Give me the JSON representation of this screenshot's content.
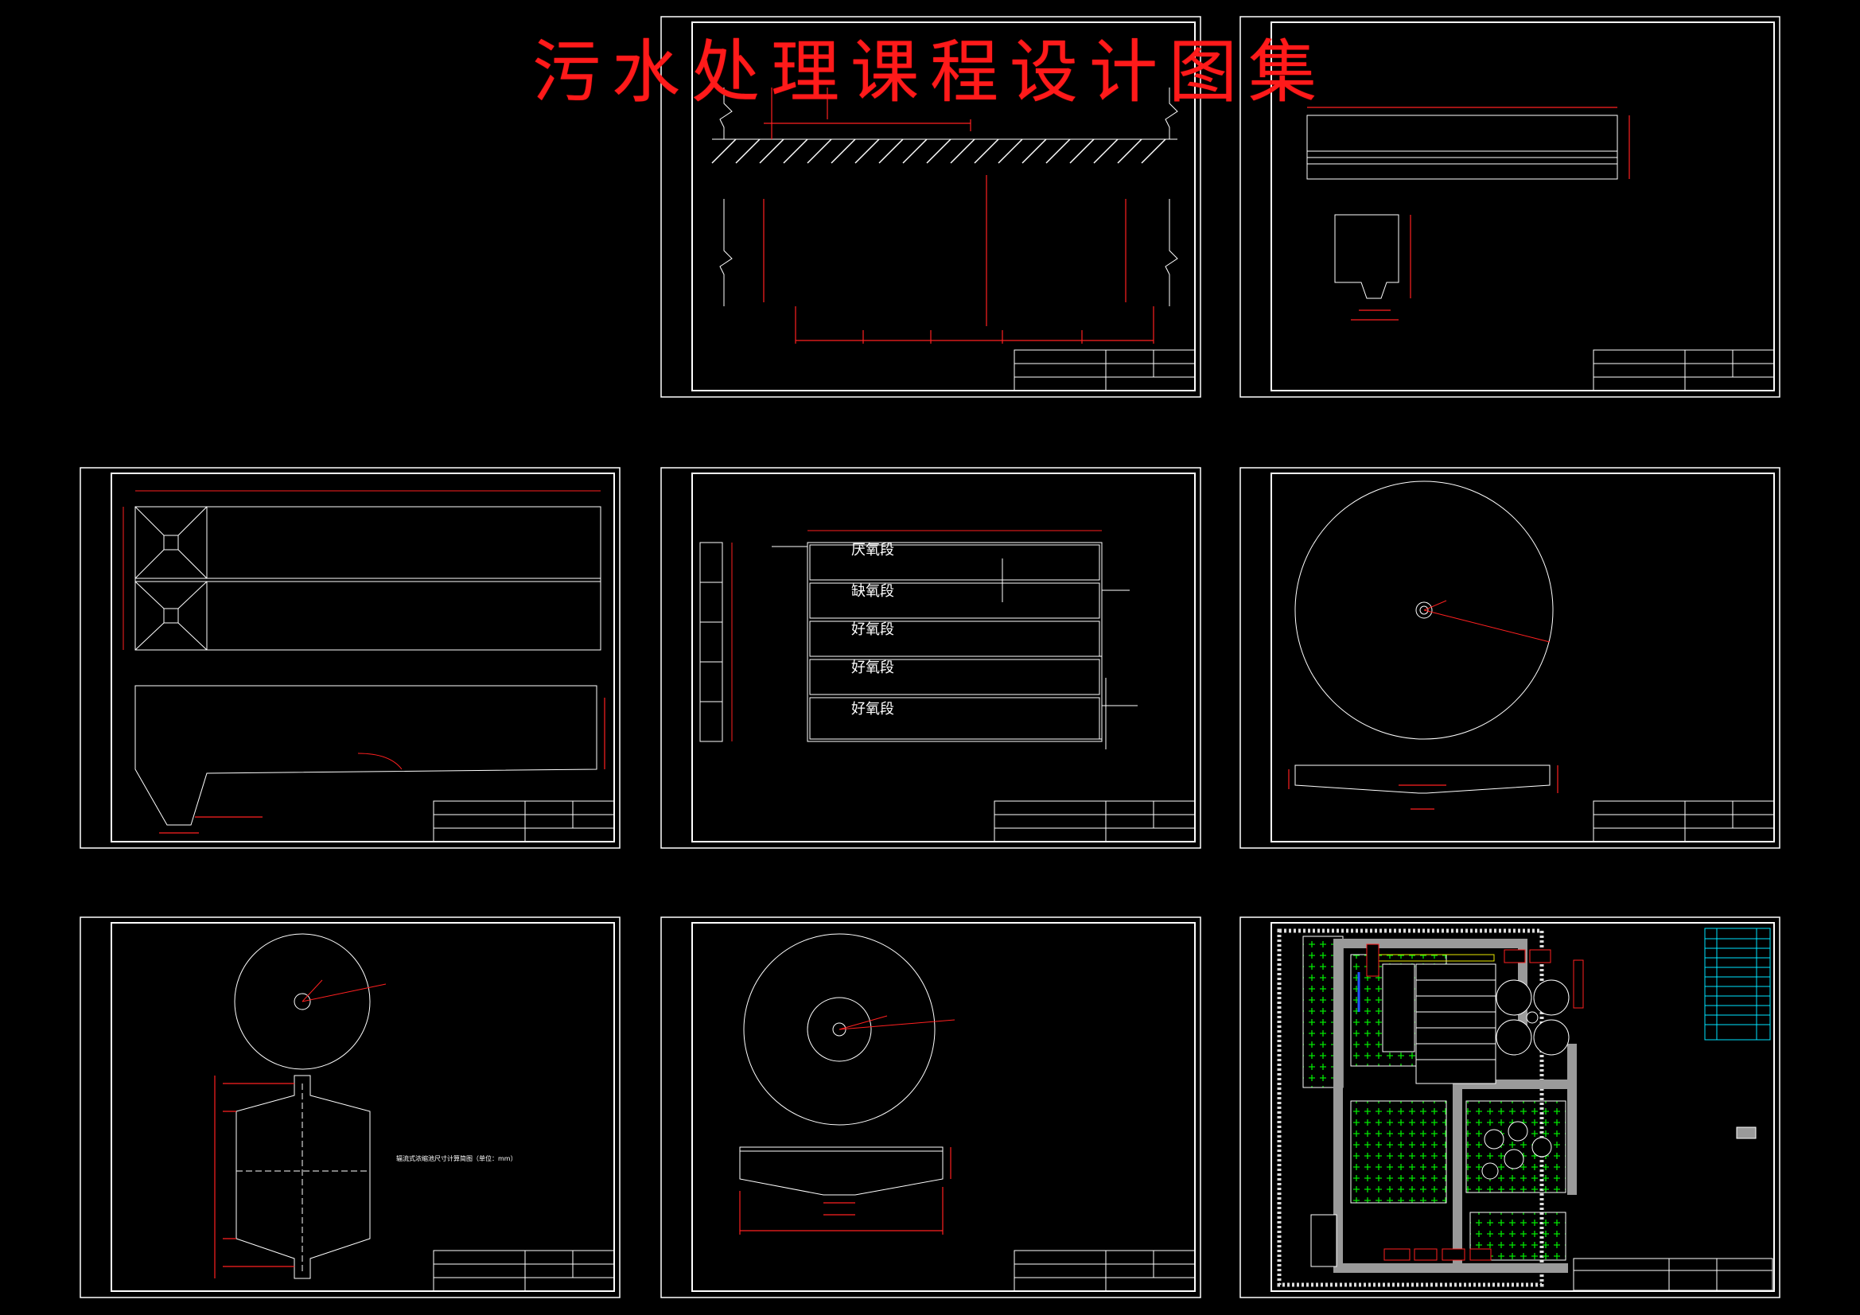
{
  "title": "污水处理课程设计图集",
  "colors": {
    "background": "#000000",
    "title": "#ff1a1a",
    "line": "#ffffff",
    "dimension": "#ff2020",
    "hatch": "#ffffff",
    "green_area": "#00e600",
    "yellow_path": "#e8e800",
    "gray_road": "#9a9a9a",
    "cyan_table": "#00e5ff",
    "blue_pipe": "#2255ff"
  },
  "sheet2": {
    "labels": [
      "厌氧段",
      "缺氧段",
      "好氧段",
      "好氧段",
      "好氧段"
    ]
  },
  "sheet7": {
    "caption": "辐流式浓缩池尺寸计算简图（单位：mm）"
  }
}
